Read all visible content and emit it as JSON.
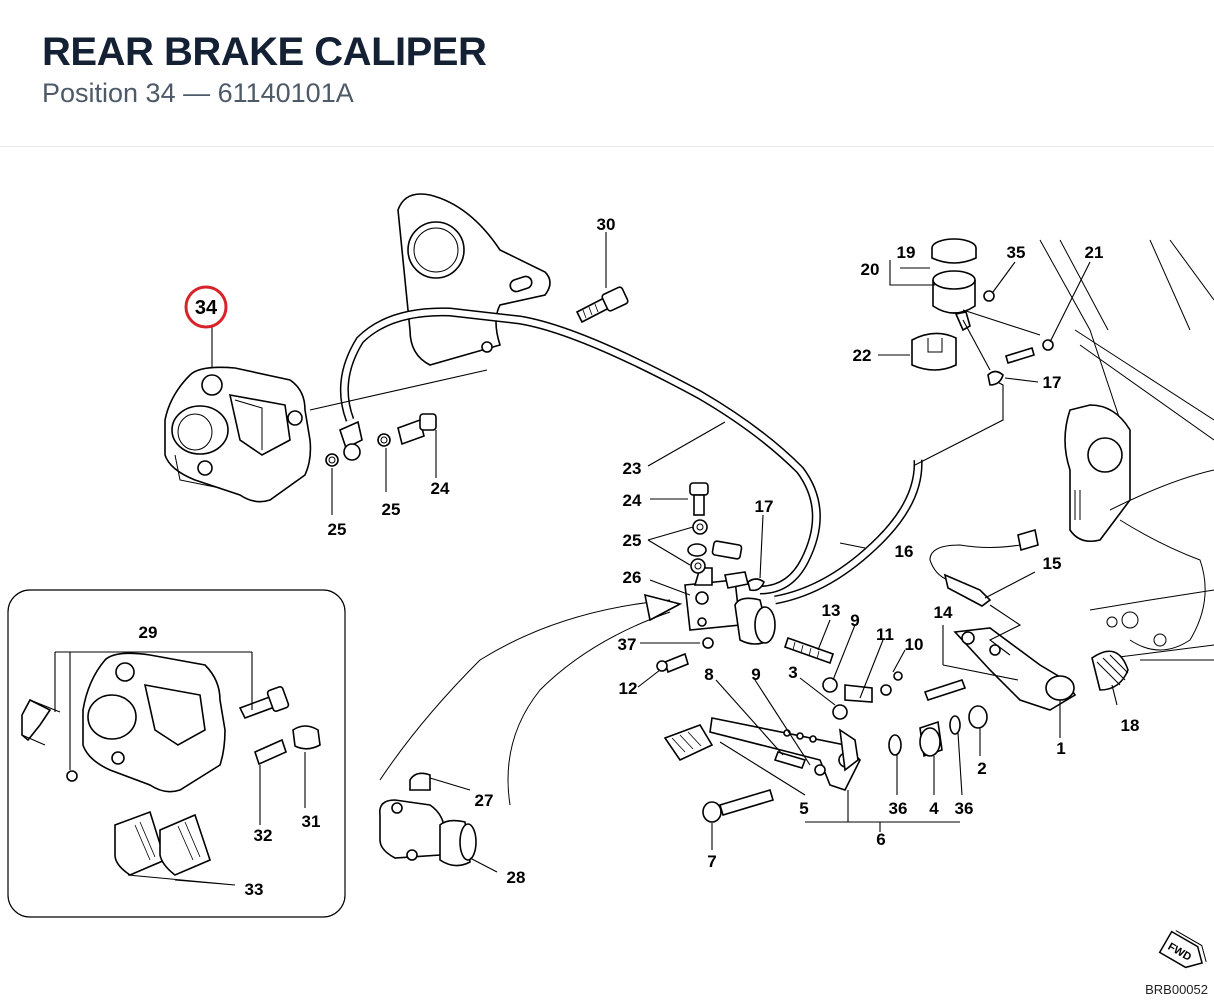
{
  "header": {
    "title": "REAR BRAKE CALIPER",
    "subtitle": "Position 34 — 61140101A"
  },
  "highlight": {
    "number": "34",
    "color": "#d8232a"
  },
  "labels": {
    "p1": "1",
    "p2": "2",
    "p3": "3",
    "p4": "4",
    "p5": "5",
    "p6": "6",
    "p7": "7",
    "p8": "8",
    "p9a": "9",
    "p9b": "9",
    "p10": "10",
    "p11": "11",
    "p12": "12",
    "p13": "13",
    "p14": "14",
    "p15": "15",
    "p16": "16",
    "p17a": "17",
    "p17b": "17",
    "p18": "18",
    "p19": "19",
    "p20": "20",
    "p21": "21",
    "p22": "22",
    "p23": "23",
    "p24a": "24",
    "p24b": "24",
    "p25a": "25",
    "p25b": "25",
    "p25c": "25",
    "p26": "26",
    "p27": "27",
    "p28": "28",
    "p29": "29",
    "p30": "30",
    "p31": "31",
    "p32": "32",
    "p33": "33",
    "p35": "35",
    "p36a": "36",
    "p36b": "36",
    "p37": "37"
  },
  "fwd_label": "FWD",
  "reference": "BRB00052"
}
